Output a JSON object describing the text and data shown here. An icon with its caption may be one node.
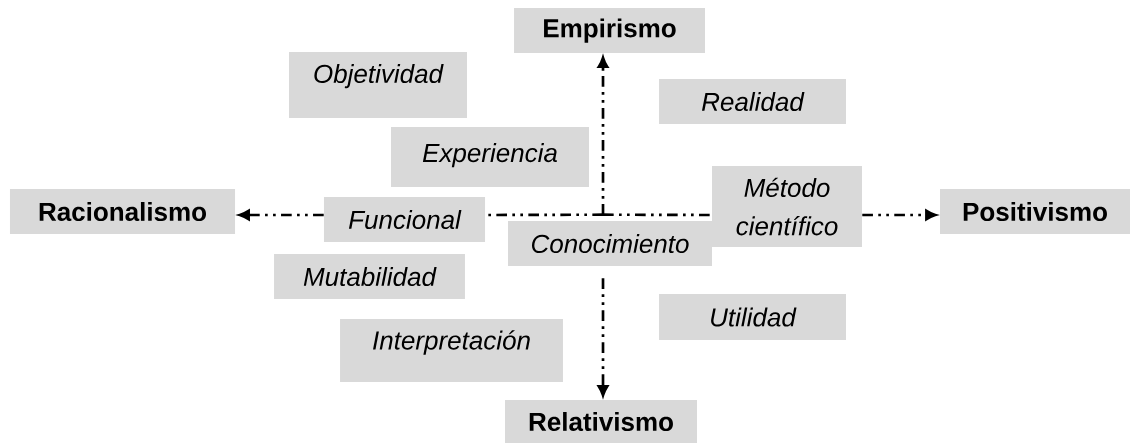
{
  "diagram": {
    "nodes": [
      {
        "text": [
          "Empirismo"
        ]
      },
      {
        "text": [
          "Objetividad"
        ]
      },
      {
        "text": [
          "Realidad"
        ]
      },
      {
        "text": [
          "Experiencia"
        ]
      },
      {
        "text": [
          "Racionalismo"
        ]
      },
      {
        "text": [
          "Funcional"
        ]
      },
      {
        "text": [
          "Método científico"
        ]
      },
      {
        "text": [
          "Positivismo"
        ]
      },
      {
        "text": [
          "Conocimiento"
        ]
      },
      {
        "text": [
          "Mutabilidad"
        ]
      },
      {
        "text": [
          "Utilidad"
        ]
      },
      {
        "text": [
          "Interpretación"
        ]
      },
      {
        "text": [
          "Relativismo"
        ]
      }
    ],
    "edges": [
      {
        "from": 8,
        "to": 0,
        "arrow": "to"
      },
      {
        "from": 8,
        "to": 5,
        "arrow": "none"
      },
      {
        "from": 5,
        "to": 4,
        "arrow": "to"
      },
      {
        "from": 8,
        "to": 6,
        "arrow": "none"
      },
      {
        "from": 6,
        "to": 7,
        "arrow": "to"
      },
      {
        "from": 8,
        "to": 12,
        "arrow": "to"
      }
    ]
  }
}
